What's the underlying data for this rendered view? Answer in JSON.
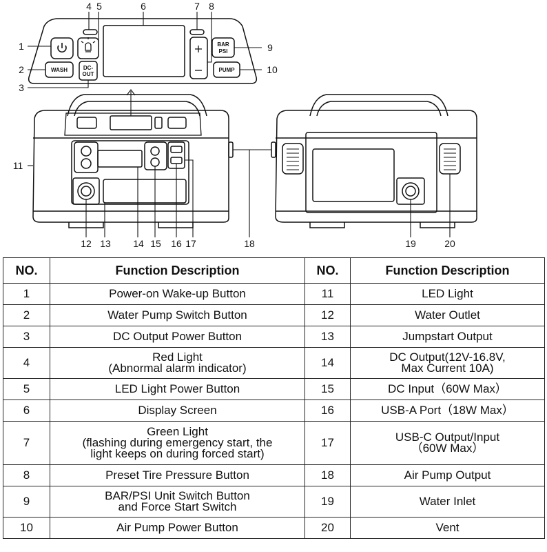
{
  "diagram": {
    "callouts": [
      "1",
      "2",
      "3",
      "4",
      "5",
      "6",
      "7",
      "8",
      "9",
      "10",
      "11",
      "12",
      "13",
      "14",
      "15",
      "16",
      "17",
      "18",
      "19",
      "20"
    ],
    "button_labels": {
      "wash": "WASH",
      "dc_out": [
        "DC-",
        "OUT"
      ],
      "bar_psi": [
        "BAR",
        "PSI"
      ],
      "pump": "PUMP"
    }
  },
  "table": {
    "headers": [
      "NO.",
      "Function Description",
      "NO.",
      "Function Description"
    ],
    "rows": [
      {
        "left_no": "1",
        "left_desc": [
          "Power-on Wake-up Button"
        ],
        "right_no": "11",
        "right_desc": [
          "LED Light"
        ]
      },
      {
        "left_no": "2",
        "left_desc": [
          "Water Pump Switch Button"
        ],
        "right_no": "12",
        "right_desc": [
          "Water Outlet"
        ]
      },
      {
        "left_no": "3",
        "left_desc": [
          "DC Output Power Button"
        ],
        "right_no": "13",
        "right_desc": [
          "Jumpstart Output"
        ]
      },
      {
        "left_no": "4",
        "left_desc": [
          "Red Light",
          "(Abnormal alarm indicator)"
        ],
        "right_no": "14",
        "right_desc": [
          "DC Output(12V-16.8V,",
          "Max Current 10A)"
        ]
      },
      {
        "left_no": "5",
        "left_desc": [
          "LED Light Power Button"
        ],
        "right_no": "15",
        "right_desc": [
          "DC Input（60W Max）"
        ]
      },
      {
        "left_no": "6",
        "left_desc": [
          "Display Screen"
        ],
        "right_no": "16",
        "right_desc": [
          "USB-A Port（18W Max）"
        ]
      },
      {
        "left_no": "7",
        "left_desc": [
          "Green Light",
          "(flashing during emergency start, the",
          "light keeps on during forced start)"
        ],
        "right_no": "17",
        "right_desc": [
          "USB-C Output/Input",
          "（60W Max）"
        ]
      },
      {
        "left_no": "8",
        "left_desc": [
          "Preset Tire Pressure Button"
        ],
        "right_no": "18",
        "right_desc": [
          "Air Pump Output"
        ]
      },
      {
        "left_no": "9",
        "left_desc": [
          "BAR/PSI Unit Switch Button",
          "and Force Start Switch"
        ],
        "right_no": "19",
        "right_desc": [
          "Water Inlet"
        ]
      },
      {
        "left_no": "10",
        "left_desc": [
          "Air Pump Power Button"
        ],
        "right_no": "20",
        "right_desc": [
          "Vent"
        ]
      }
    ]
  }
}
